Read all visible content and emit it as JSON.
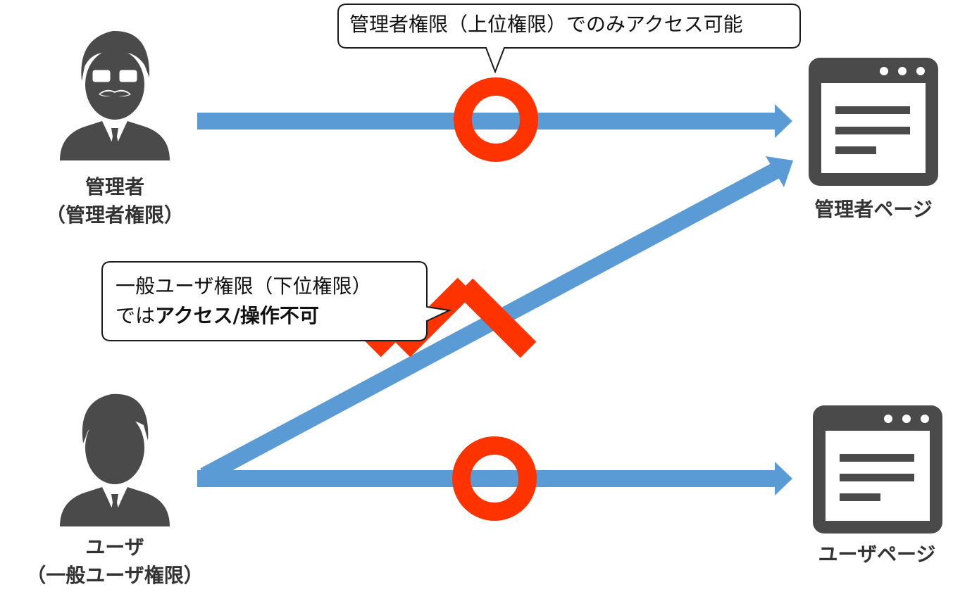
{
  "admin": {
    "name": "管理者",
    "role": "（管理者権限）"
  },
  "user": {
    "name": "ユーザ",
    "role": "（一般ユーザ権限）"
  },
  "pages": {
    "admin_page": "管理者ページ",
    "user_page": "ユーザページ"
  },
  "callouts": {
    "top": "管理者権限（上位権限）でのみアクセス可能",
    "middle_line1": "一般ユーザ権限（下位権限）",
    "middle_line2_prefix": "では",
    "middle_line2_bold": "アクセス/操作不可"
  },
  "colors": {
    "arrow": "#5b9bd5",
    "mark": "#ff3300",
    "icon": "#4a4a4a",
    "text": "#333333"
  }
}
